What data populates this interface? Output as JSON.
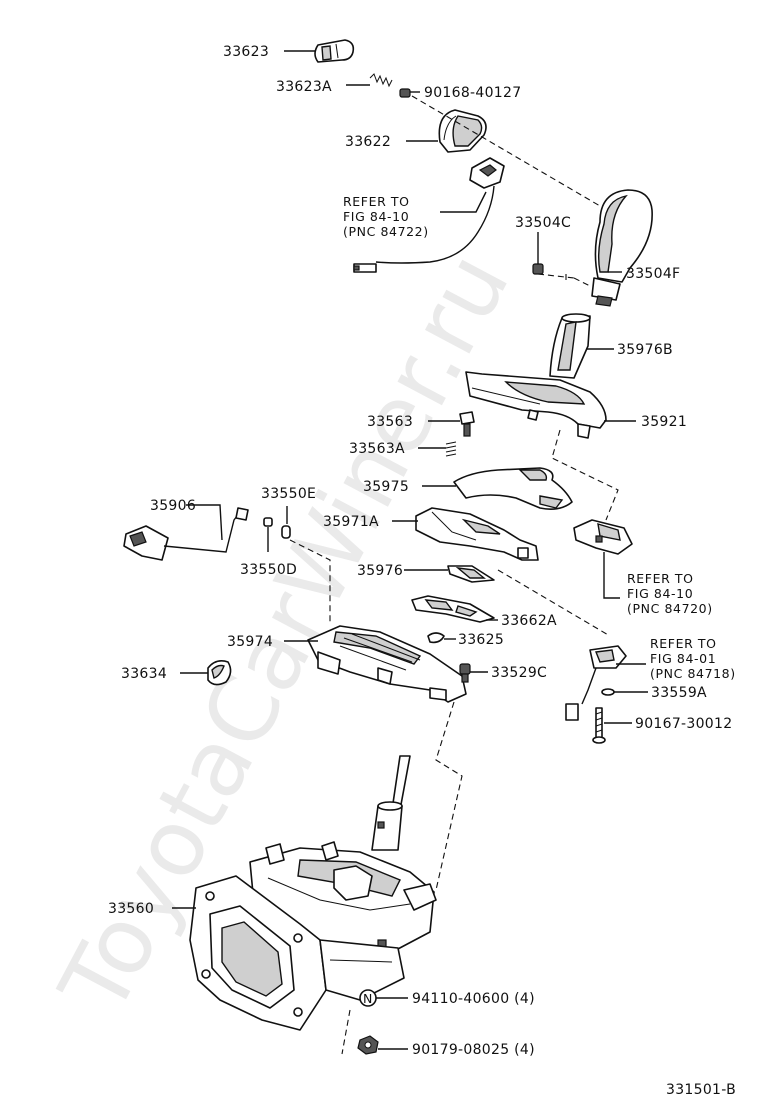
{
  "watermark": "ToyotaCarWiner.ru",
  "figure_id": "331501-B",
  "labels": {
    "p33623": "33623",
    "p33623A": "33623A",
    "p90168": "90168-40127",
    "p33622": "33622",
    "p33504C": "33504C",
    "p33504F": "33504F",
    "p35976B": "35976B",
    "p33563": "33563",
    "p35921": "35921",
    "p33563A": "33563A",
    "p35975": "35975",
    "p35906": "35906",
    "p33550E": "33550E",
    "p35971A": "35971A",
    "p33550D": "33550D",
    "p35976": "35976",
    "p33662A": "33662A",
    "p33625": "33625",
    "p35974": "35974",
    "p33529C": "33529C",
    "p33634": "33634",
    "p33559A": "33559A",
    "p90167": "90167-30012",
    "p33560": "33560",
    "p94110": "94110-40600 (4)",
    "p90179": "90179-08025 (4)",
    "circle_n": "N"
  },
  "refers": {
    "r1": {
      "line1": "REFER TO",
      "line2": "FIG 84-10",
      "line3": "(PNC 84722)"
    },
    "r2": {
      "line1": "REFER TO",
      "line2": "FIG 84-10",
      "line3": "(PNC 84720)"
    },
    "r3": {
      "line1": "REFER TO",
      "line2": "FIG 84-01",
      "line3": "(PNC 84718)"
    }
  }
}
